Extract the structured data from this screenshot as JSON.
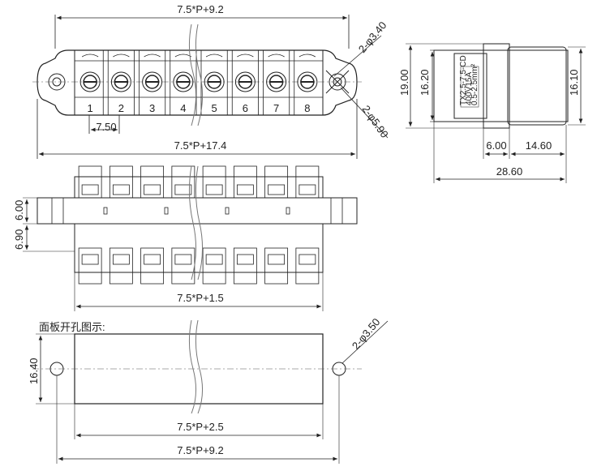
{
  "top_view": {
    "overall_width": "7.5*P+9.2",
    "mount_hole_label": "2-φ3.40",
    "screw_head_label": "2-φ5.90",
    "pitch": "7.50",
    "body_width": "7.5*P+17.4",
    "terminal_numbers": [
      "1",
      "2",
      "3",
      "4",
      "5",
      "6",
      "7",
      "8"
    ]
  },
  "side_view": {
    "height_total": "19.00",
    "height_body": "16.20",
    "height_right": "16.10",
    "depth_front": "6.00",
    "depth_back": "14.60",
    "depth_total": "28.60",
    "label_text": [
      "TX2.5-7.5-CD",
      "400V15A",
      "0.5-2.5mm²"
    ]
  },
  "front_view": {
    "dim_upper": "6.00",
    "dim_lower": "6.90",
    "bottom_width": "7.5*P+1.5"
  },
  "panel_cutout": {
    "title": "面板开孔图示:",
    "height": "16.40",
    "hole_label": "2-φ3.50",
    "slot_width": "7.5*P+2.5",
    "overall_width": "7.5*P+9.2"
  }
}
